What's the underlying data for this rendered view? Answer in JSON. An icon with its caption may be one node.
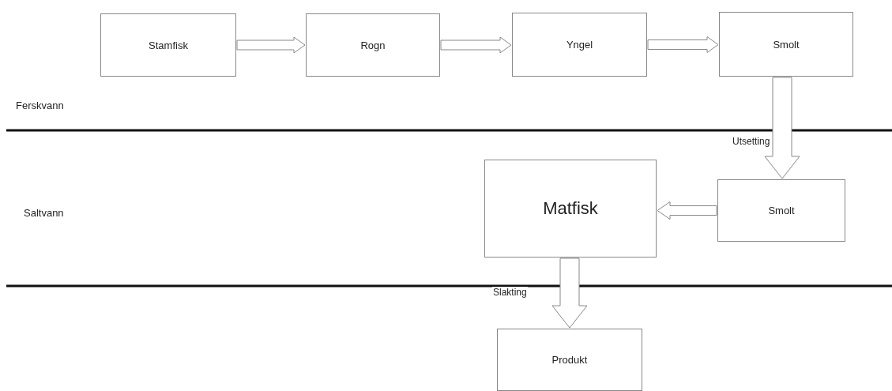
{
  "diagram": {
    "nodes": [
      {
        "text": [
          "Stamfisk"
        ]
      },
      {
        "text": [
          "Rogn"
        ]
      },
      {
        "text": [
          "Yngel"
        ]
      },
      {
        "text": [
          "Smolt"
        ]
      },
      {
        "text": [
          "Smolt"
        ]
      },
      {
        "text": [
          "Matfisk"
        ]
      },
      {
        "text": [
          "Produkt"
        ]
      }
    ],
    "edges": [
      {
        "from": 0,
        "to": 1,
        "arrow": "to"
      },
      {
        "from": 1,
        "to": 2,
        "arrow": "to"
      },
      {
        "from": 2,
        "to": 3,
        "arrow": "to"
      },
      {
        "from": 3,
        "to": 4,
        "arrow": "to",
        "label": "Utsetting"
      },
      {
        "from": 4,
        "to": 5,
        "arrow": "to"
      },
      {
        "from": 5,
        "to": 6,
        "arrow": "to",
        "label": "Slakting"
      }
    ],
    "labels": [
      "Ferskvann",
      "Saltvann"
    ]
  }
}
